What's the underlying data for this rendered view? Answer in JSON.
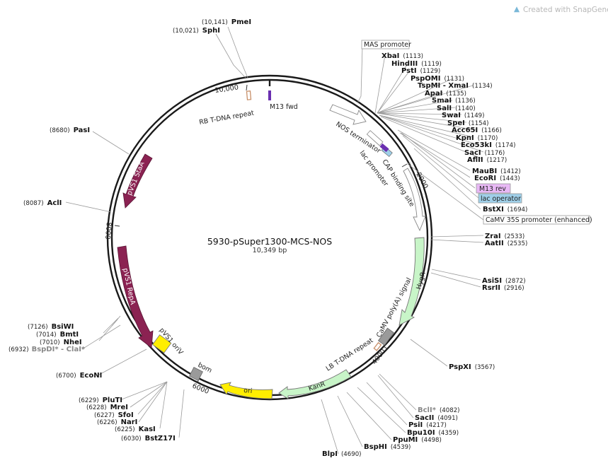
{
  "watermark": "Created with SnapGene®",
  "plasmid": {
    "name": "5930-pSuper1300-MCS-NOS",
    "size": "10,349 bp"
  },
  "ticks": [
    "10,000",
    "2000",
    "4000",
    "6000",
    "8000"
  ],
  "features": {
    "rb_tdna": "RB T-DNA repeat",
    "m13_fwd": "M13 fwd",
    "nos_terminator": "NOS terminator",
    "cap_site": "CAP binding site",
    "lac_promoter": "lac promoter",
    "mas_promoter": "MAS promoter",
    "camv35s": "CaMV 35S promoter (enhanced)",
    "m13_rev": "M13 rev",
    "lac_operator": "lac operator",
    "hygr": "HygR",
    "camv_polya": "CaMV poly(A) signal",
    "lb_tdna": "LB T-DNA repeat",
    "kanr": "KanR",
    "ori": "ori",
    "bom": "bom",
    "pvs1_oriv": "pVS1 oriV",
    "pvs1_repa": "pVS1 RepA",
    "pvs1_staa": "pVS1 StaA"
  },
  "sites": {
    "pmei": {
      "pos": "(10,141)",
      "name": "PmeI"
    },
    "sphi": {
      "pos": "(10,021)",
      "name": "SphI"
    },
    "pasi": {
      "pos": "(8680)",
      "name": "PasI"
    },
    "acli": {
      "pos": "(8087)",
      "name": "AclI"
    },
    "xbai": {
      "name": "XbaI",
      "pos": "(1113)"
    },
    "hindiii": {
      "name": "HindIII",
      "pos": "(1119)"
    },
    "psti1": {
      "name": "PstI",
      "pos": "(1129)"
    },
    "pspomi": {
      "name": "PspOMI",
      "pos": "(1131)"
    },
    "tspmi": {
      "name": "TspMI - XmaI",
      "pos": "(1134)"
    },
    "apai": {
      "name": "ApaI",
      "pos": "(1135)"
    },
    "smai": {
      "name": "SmaI",
      "pos": "(1136)"
    },
    "sali": {
      "name": "SalI",
      "pos": "(1140)"
    },
    "swai": {
      "name": "SwaI",
      "pos": "(1149)"
    },
    "spei": {
      "name": "SpeI",
      "pos": "(1154)"
    },
    "acc65i": {
      "name": "Acc65I",
      "pos": "(1166)"
    },
    "kpni": {
      "name": "KpnI",
      "pos": "(1170)"
    },
    "eco53ki": {
      "name": "Eco53kI",
      "pos": "(1174)"
    },
    "saci1": {
      "name": "SacI",
      "pos": "(1176)"
    },
    "aflii": {
      "name": "AflII",
      "pos": "(1217)"
    },
    "maubi": {
      "name": "MauBI",
      "pos": "(1412)"
    },
    "ecori": {
      "name": "EcoRI",
      "pos": "(1443)"
    },
    "bstxi": {
      "name": "BstXI",
      "pos": "(1694)"
    },
    "zrai": {
      "name": "ZraI",
      "pos": "(2533)"
    },
    "aatii": {
      "name": "AatII",
      "pos": "(2535)"
    },
    "asisi": {
      "name": "AsiSI",
      "pos": "(2872)"
    },
    "rsrii": {
      "name": "RsrII",
      "pos": "(2916)"
    },
    "pspxi": {
      "name": "PspXI",
      "pos": "(3567)"
    },
    "bcli": {
      "name": "BclI*",
      "pos": "(4082)"
    },
    "sacii": {
      "name": "SacII",
      "pos": "(4091)"
    },
    "psii": {
      "name": "PsiI",
      "pos": "(4217)"
    },
    "bpu10i": {
      "name": "Bpu10I",
      "pos": "(4359)"
    },
    "ppumi": {
      "name": "PpuMI",
      "pos": "(4498)"
    },
    "bsphi": {
      "name": "BspHI",
      "pos": "(4539)"
    },
    "blpi": {
      "name": "BlpI",
      "pos": "(4690)"
    },
    "bsiwi": {
      "pos": "(7126)",
      "name": "BsiWI"
    },
    "bmti": {
      "pos": "(7014)",
      "name": "BmtI"
    },
    "nhei": {
      "pos": "(7010)",
      "name": "NheI"
    },
    "bspdi": {
      "pos": "(6932)",
      "name": "BspDI* - ClaI*"
    },
    "econi": {
      "pos": "(6700)",
      "name": "EcoNI"
    },
    "plutI": {
      "pos": "(6229)",
      "name": "PluTI"
    },
    "mrei": {
      "pos": "(6228)",
      "name": "MreI"
    },
    "sfoi": {
      "pos": "(6227)",
      "name": "SfoI"
    },
    "nari": {
      "pos": "(6226)",
      "name": "NarI"
    },
    "kasi": {
      "pos": "(6225)",
      "name": "KasI"
    },
    "bstz17i": {
      "pos": "(6030)",
      "name": "BstZ17I"
    }
  },
  "colors": {
    "backbone": "#1a1a1a",
    "repa": "#8b2252",
    "hygr": "#c8f5c8",
    "kanr": "#c8f5c8",
    "ori": "#ffee00",
    "oriv": "#ffee00",
    "bom": "#9a9a9a",
    "polya": "#9a9a9a",
    "m13": "#6a2fb0",
    "m13_rev_bg": "#e8b8f5",
    "lac_operator_bg": "#9fcfe8",
    "rb_repeat": "#c8906a"
  }
}
